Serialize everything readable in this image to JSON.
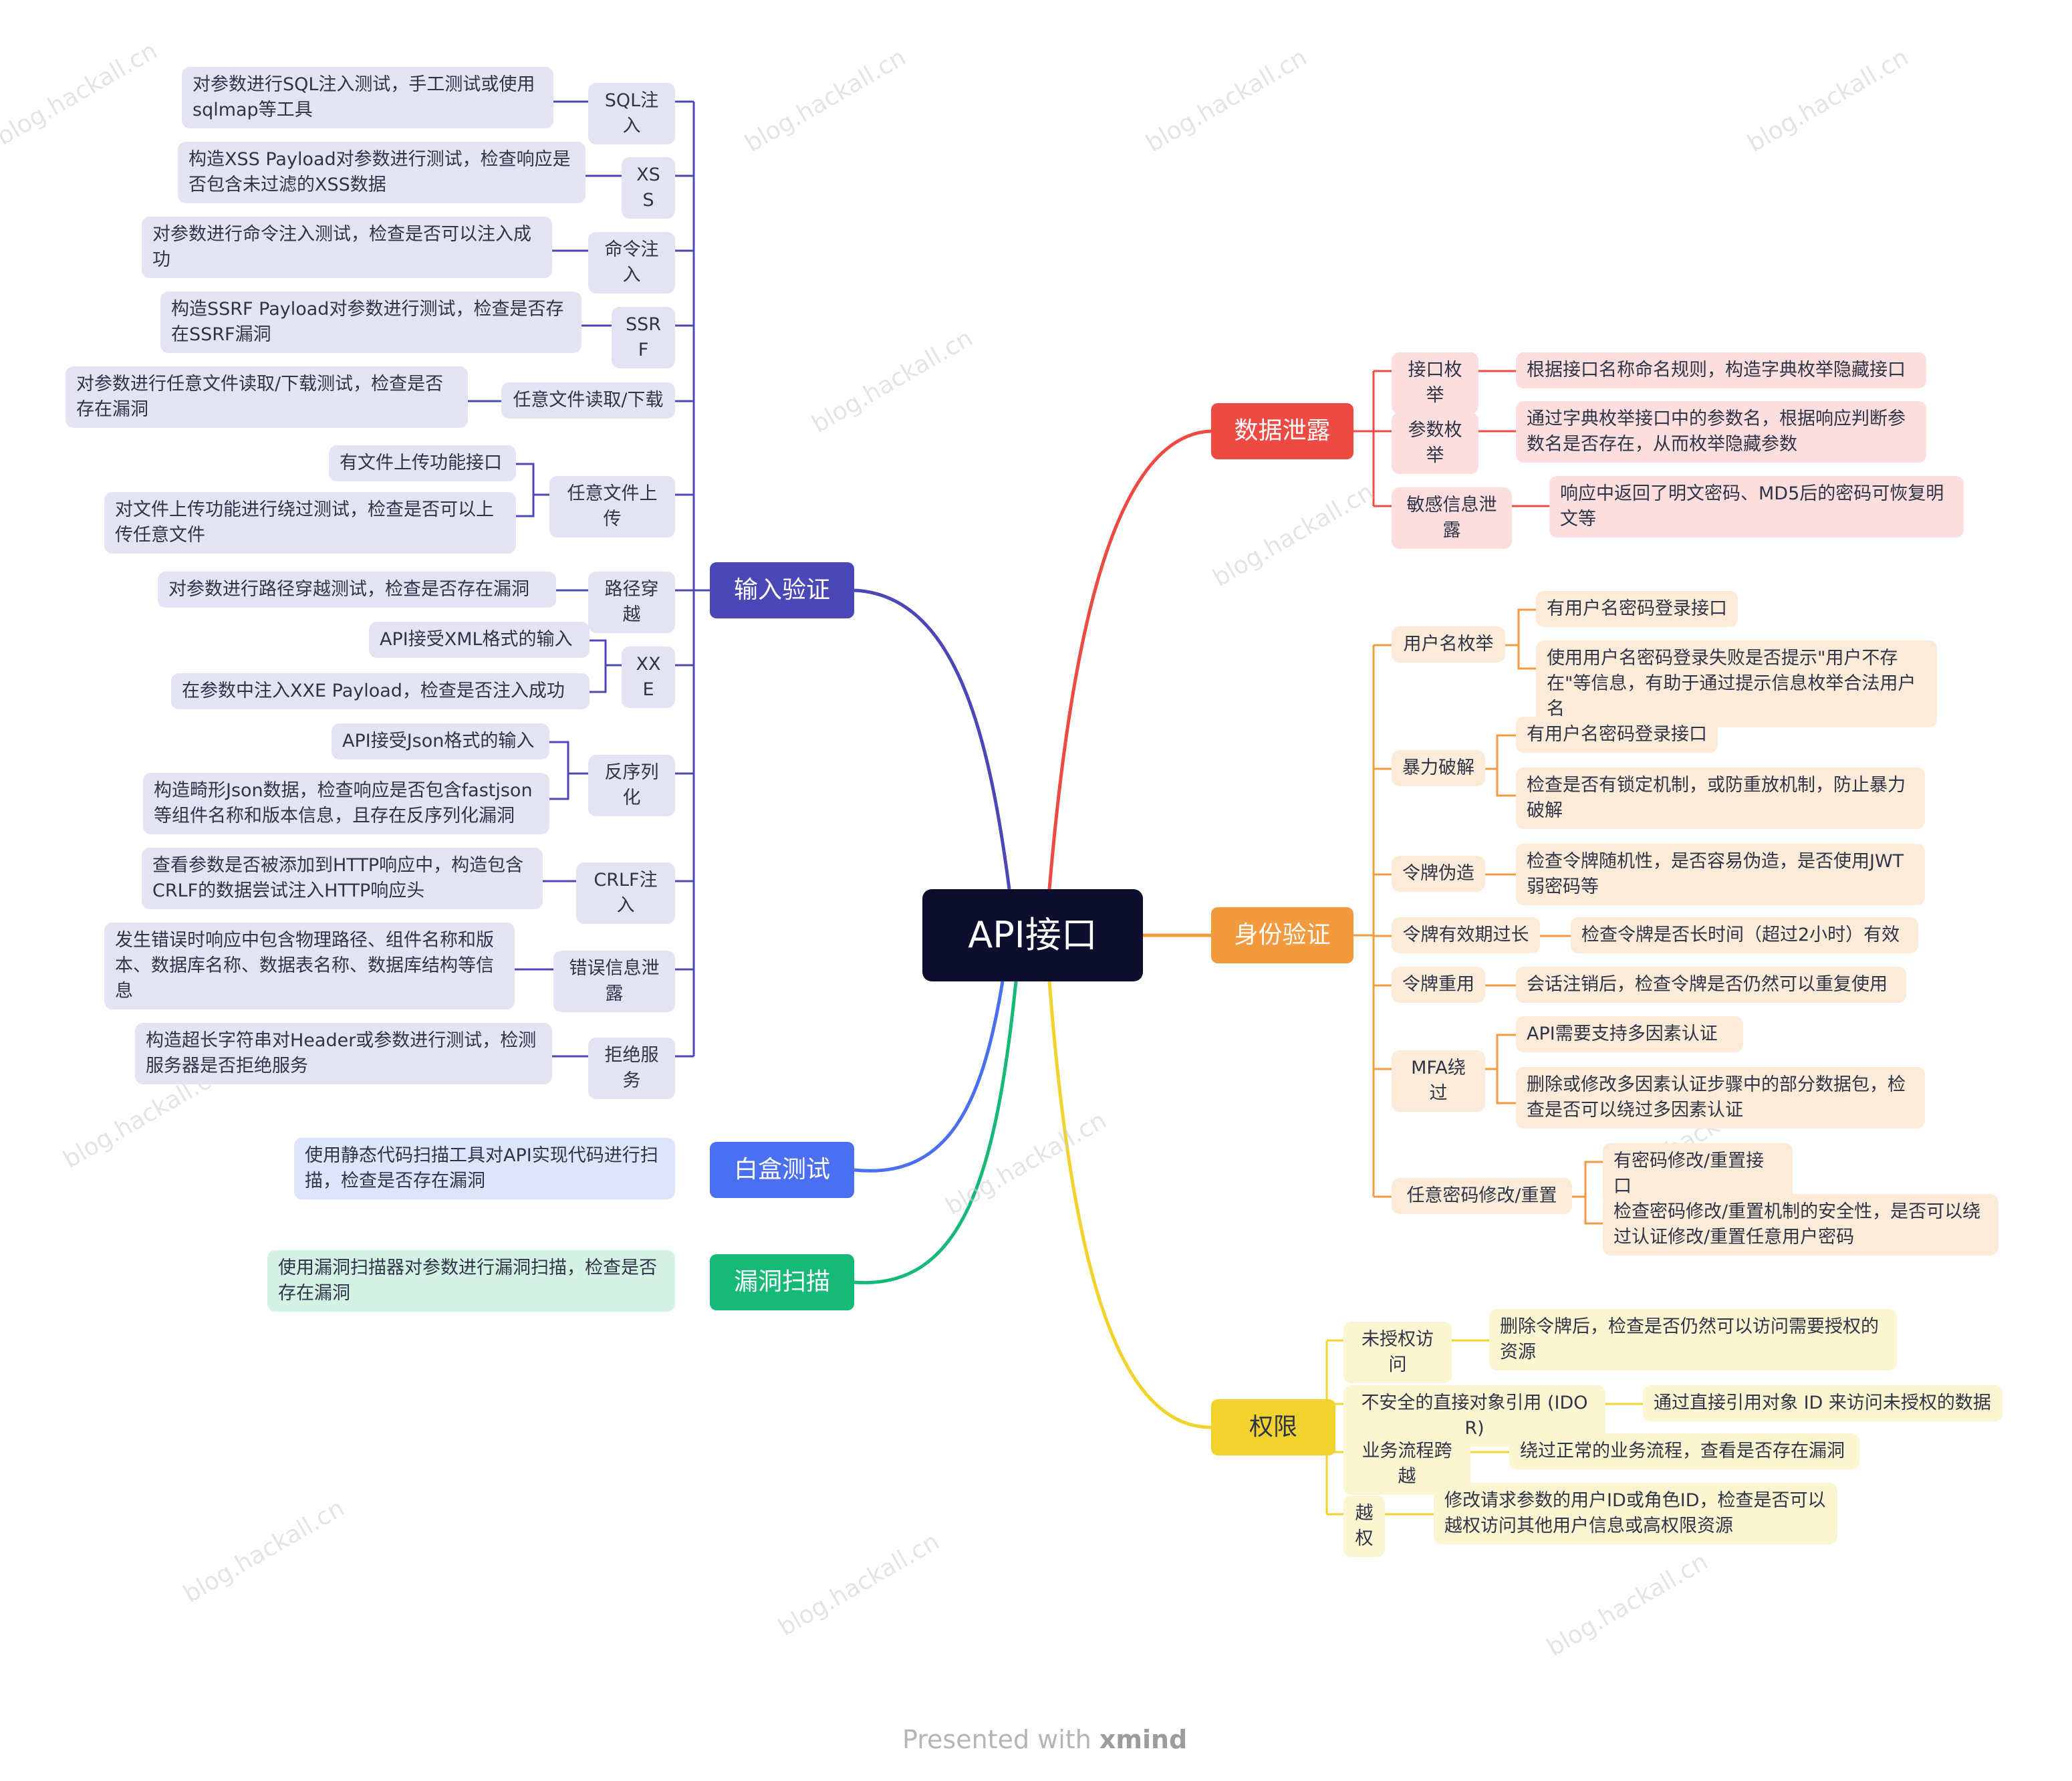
{
  "root": "API接口",
  "footer": {
    "prefix": "Presented with",
    "brand": "xmind"
  },
  "watermark": "blog.hackall.cn",
  "branches": {
    "input_validation": {
      "title": "输入验证",
      "color": "#4b47b7",
      "items": [
        {
          "label": "SQL注入",
          "details": [
            "对参数进行SQL注入测试，手工测试或使用sqlmap等工具"
          ]
        },
        {
          "label": "XSS",
          "details": [
            "构造XSS Payload对参数进行测试，检查响应是否包含未过滤的XSS数据"
          ]
        },
        {
          "label": "命令注入",
          "details": [
            "对参数进行命令注入测试，检查是否可以注入成功"
          ]
        },
        {
          "label": "SSRF",
          "details": [
            "构造SSRF Payload对参数进行测试，检查是否存在SSRF漏洞"
          ]
        },
        {
          "label": "任意文件读取/下载",
          "details": [
            "对参数进行任意文件读取/下载测试，检查是否存在漏洞"
          ]
        },
        {
          "label": "任意文件上传",
          "details": [
            "有文件上传功能接口",
            "对文件上传功能进行绕过测试，检查是否可以上传任意文件"
          ]
        },
        {
          "label": "路径穿越",
          "details": [
            "对参数进行路径穿越测试，检查是否存在漏洞"
          ]
        },
        {
          "label": "XXE",
          "details": [
            "API接受XML格式的输入",
            "在参数中注入XXE Payload，检查是否注入成功"
          ]
        },
        {
          "label": "反序列化",
          "details": [
            "API接受Json格式的输入",
            "构造畸形Json数据，检查响应是否包含fastjson等组件名称和版本信息，且存在反序列化漏洞"
          ]
        },
        {
          "label": "CRLF注入",
          "details": [
            "查看参数是否被添加到HTTP响应中，构造包含CRLF的数据尝试注入HTTP响应头"
          ]
        },
        {
          "label": "错误信息泄露",
          "details": [
            "发生错误时响应中包含物理路径、组件名称和版本、数据库名称、数据表名称、数据库结构等信息"
          ]
        },
        {
          "label": "拒绝服务",
          "details": [
            "构造超长字符串对Header或参数进行测试，检测服务器是否拒绝服务"
          ]
        }
      ]
    },
    "whitebox": {
      "title": "白盒测试",
      "color": "#4a6ff0",
      "details": [
        "使用静态代码扫描工具对API实现代码进行扫描，检查是否存在漏洞"
      ]
    },
    "vuln_scan": {
      "title": "漏洞扫描",
      "color": "#17b978",
      "details": [
        "使用漏洞扫描器对参数进行漏洞扫描，检查是否存在漏洞"
      ]
    },
    "data_leak": {
      "title": "数据泄露",
      "color": "#ec4a43",
      "items": [
        {
          "label": "接口枚举",
          "details": [
            "根据接口名称命名规则，构造字典枚举隐藏接口"
          ]
        },
        {
          "label": "参数枚举",
          "details": [
            "通过字典枚举接口中的参数名，根据响应判断参数名是否存在，从而枚举隐藏参数"
          ]
        },
        {
          "label": "敏感信息泄露",
          "details": [
            "响应中返回了明文密码、MD5后的密码可恢复明文等"
          ]
        }
      ]
    },
    "auth": {
      "title": "身份验证",
      "color": "#f19a3e",
      "items": [
        {
          "label": "用户名枚举",
          "details": [
            "有用户名密码登录接口",
            "使用用户名密码登录失败是否提示\"用户不存在\"等信息，有助于通过提示信息枚举合法用户名"
          ]
        },
        {
          "label": "暴力破解",
          "details": [
            "有用户名密码登录接口",
            "检查是否有锁定机制，或防重放机制，防止暴力破解"
          ]
        },
        {
          "label": "令牌伪造",
          "details": [
            "检查令牌随机性，是否容易伪造，是否使用JWT弱密码等"
          ]
        },
        {
          "label": "令牌有效期过长",
          "details": [
            "检查令牌是否长时间（超过2小时）有效"
          ]
        },
        {
          "label": "令牌重用",
          "details": [
            "会话注销后，检查令牌是否仍然可以重复使用"
          ]
        },
        {
          "label": "MFA绕过",
          "details": [
            "API需要支持多因素认证",
            "删除或修改多因素认证步骤中的部分数据包，检查是否可以绕过多因素认证"
          ]
        },
        {
          "label": "任意密码修改/重置",
          "details": [
            "有密码修改/重置接口",
            "检查密码修改/重置机制的安全性，是否可以绕过认证修改/重置任意用户密码"
          ]
        }
      ]
    },
    "authz": {
      "title": "权限",
      "color": "#f2d22e",
      "items": [
        {
          "label": "未授权访问",
          "details": [
            "删除令牌后，检查是否仍然可以访问需要授权的资源"
          ]
        },
        {
          "label": "不安全的直接对象引用 (IDOR)",
          "details": [
            "通过直接引用对象 ID 来访问未授权的数据"
          ]
        },
        {
          "label": "业务流程跨越",
          "details": [
            "绕过正常的业务流程，查看是否存在漏洞"
          ]
        },
        {
          "label": "越权",
          "details": [
            "修改请求参数的用户ID或角色ID，检查是否可以越权访问其他用户信息或高权限资源"
          ]
        }
      ]
    }
  }
}
